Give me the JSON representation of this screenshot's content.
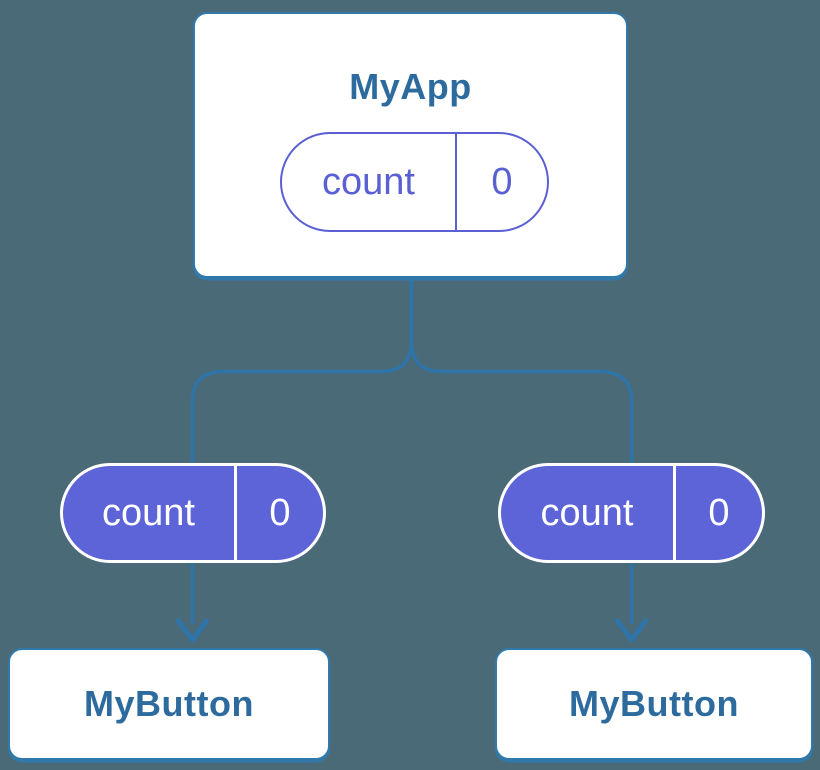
{
  "colors": {
    "background": "#4b6a78",
    "connector": "#2f74a8",
    "node_border": "#3178ab",
    "node_text": "#2d6b9e",
    "pill_fill": "#5d64d8",
    "pill_outline": "#5a5fd4",
    "pill_text_light": "#ffffff"
  },
  "diagram": {
    "root": {
      "title": "MyApp",
      "state": {
        "key": "count",
        "value": "0"
      }
    },
    "children": [
      {
        "title": "MyButton",
        "state": {
          "key": "count",
          "value": "0"
        }
      },
      {
        "title": "MyButton",
        "state": {
          "key": "count",
          "value": "0"
        }
      }
    ]
  }
}
